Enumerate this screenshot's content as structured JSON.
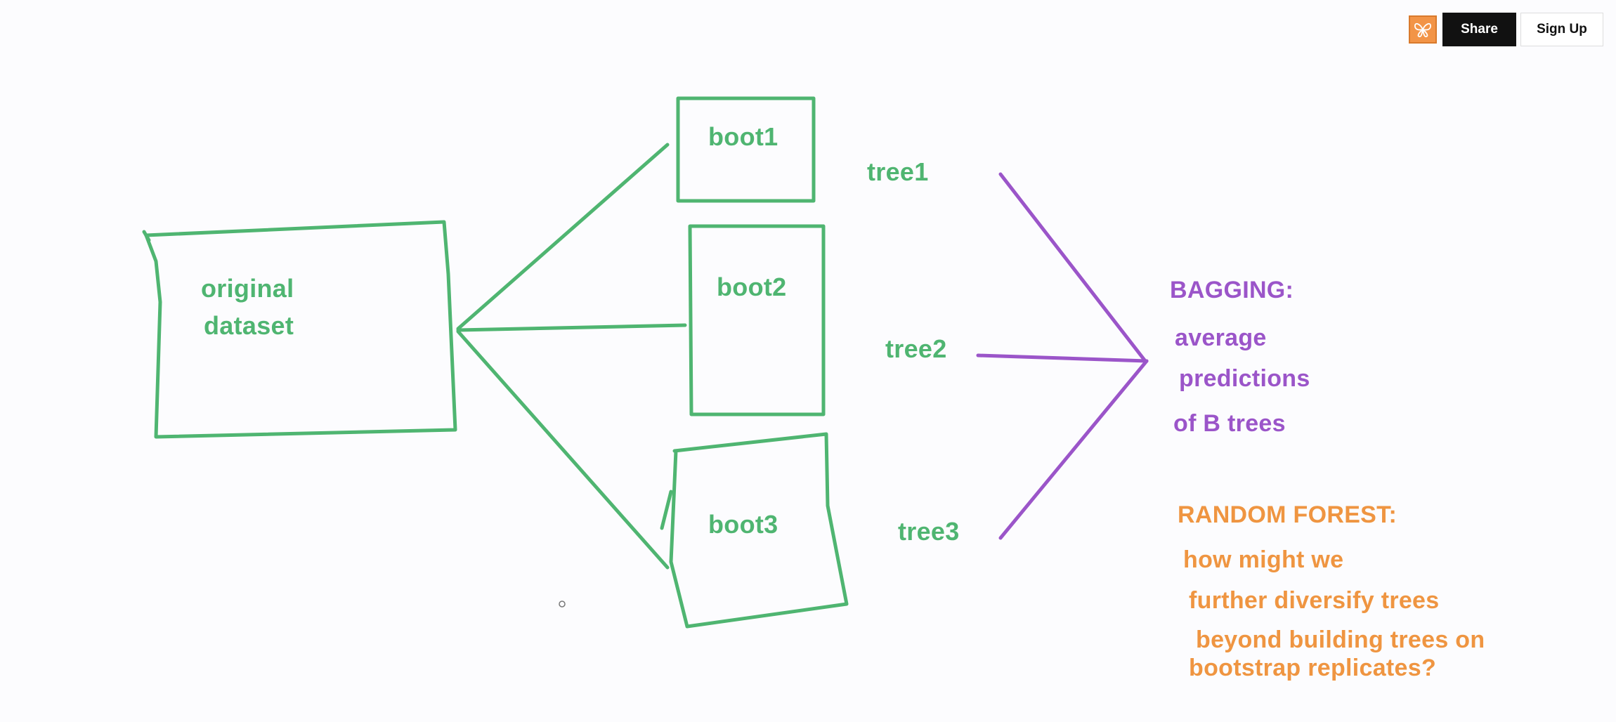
{
  "toolbar": {
    "logo_icon": "butterfly-icon",
    "share_label": "Share",
    "signup_label": "Sign Up"
  },
  "diagram": {
    "colors": {
      "green": "#4fb571",
      "purple": "#9b55c9",
      "orange": "#ef9541"
    },
    "source": {
      "line1": "original",
      "line2": "dataset"
    },
    "boots": [
      "boot1",
      "boot2",
      "boot3"
    ],
    "trees": [
      "tree1",
      "tree2",
      "tree3"
    ],
    "bagging": {
      "title": "BAGGING:",
      "lines": [
        "average",
        "predictions",
        "of B trees"
      ]
    },
    "random_forest": {
      "title": "RANDOM FOREST:",
      "lines": [
        "how might we",
        "further diversify trees",
        "beyond building trees on",
        "bootstrap replicates?"
      ]
    }
  }
}
